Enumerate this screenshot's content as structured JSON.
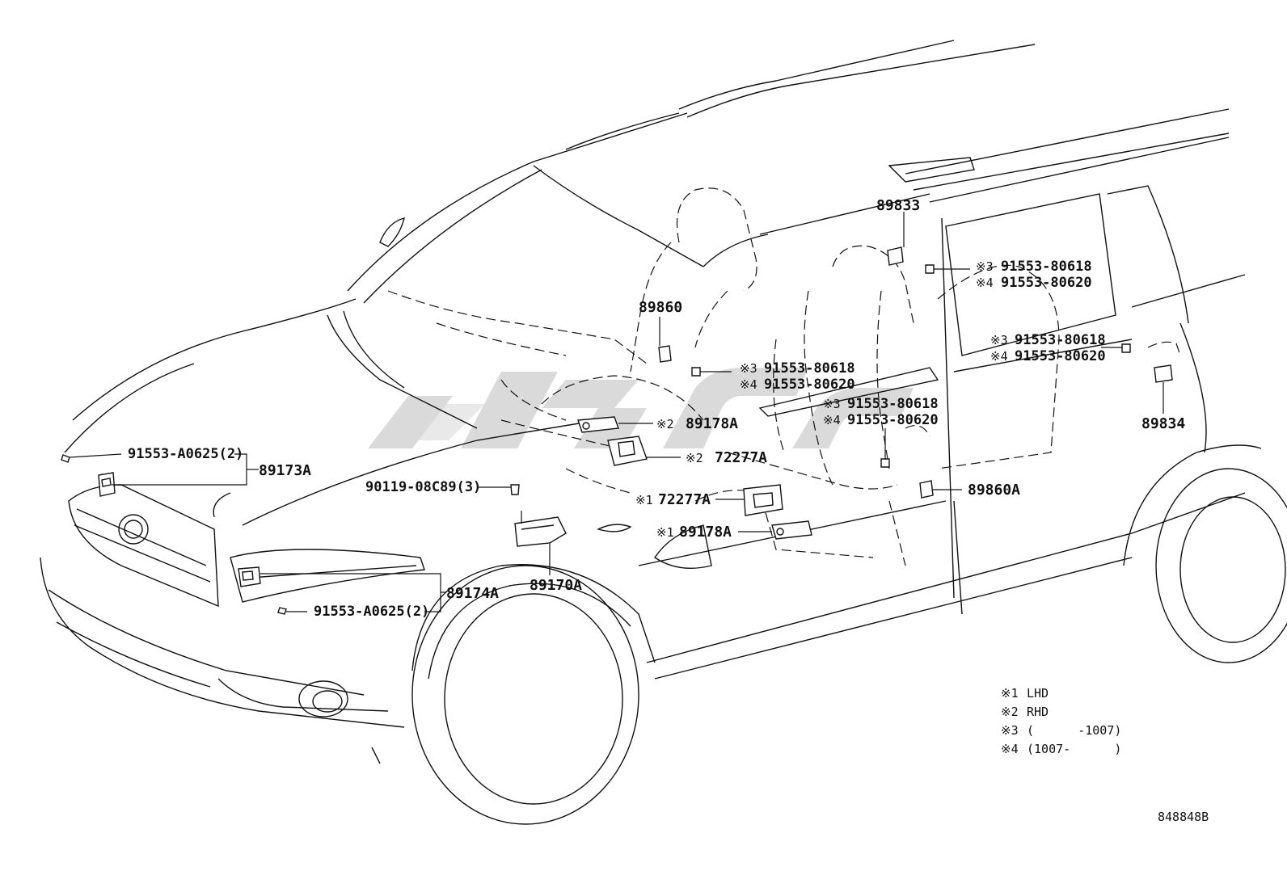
{
  "labels": {
    "p89833": "89833",
    "p89860": "89860",
    "p89834": "89834",
    "p89173A": "89173A",
    "p89174A": "89174A",
    "p89170A": "89170A",
    "p89860A": "89860A",
    "p89178A_top": "89178A",
    "p89178A_bot": "89178A",
    "p72277A_top": "72277A",
    "p72277A_bot": "72277A",
    "bolt_a0625_top": "91553-A0625(2)",
    "bolt_a0625_bot": "91553-A0625(2)",
    "bolt_08c89": "90119-08C89(3)",
    "b1_80618": "91553-80618",
    "b1_80620": "91553-80620",
    "b2_80618": "91553-80618",
    "b2_80620": "91553-80620",
    "b3_80618": "91553-80618",
    "b3_80620": "91553-80620",
    "b4_80618": "91553-80618",
    "b4_80620": "91553-80620",
    "m1": "※1",
    "m2": "※2",
    "m3": "※3",
    "m4": "※4"
  },
  "legend": [
    {
      "mark": "※1",
      "text": "LHD"
    },
    {
      "mark": "※2",
      "text": "RHD"
    },
    {
      "mark": "※3",
      "text": "(      -1007)"
    },
    {
      "mark": "※4",
      "text": "(1007-      )"
    }
  ],
  "diagram_id": "848848B",
  "colors": {
    "ink": "#111111",
    "watermark": "#d4d4d4"
  }
}
